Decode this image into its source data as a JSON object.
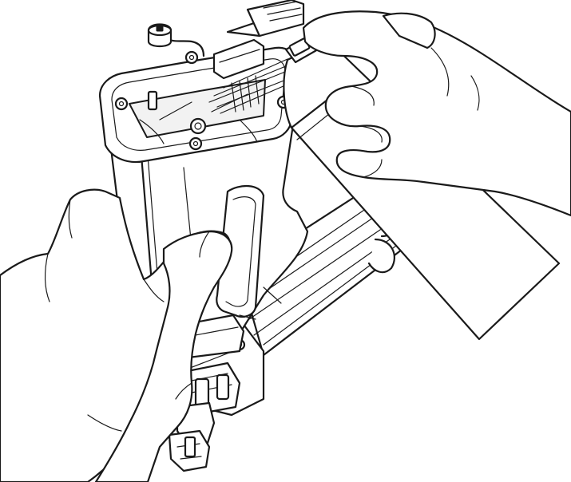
{
  "figure": {
    "kind": "line illustration",
    "colors": {
      "line": "#1a1a1a",
      "background": "#ffffff"
    },
    "elements": [
      "nailer-magazine-rail",
      "nailer-body",
      "nailer-top-cap",
      "nailer-nose",
      "left-hand",
      "lower-right-hand",
      "oil-spray-can",
      "spray-mist",
      "upper-right-hand"
    ]
  }
}
